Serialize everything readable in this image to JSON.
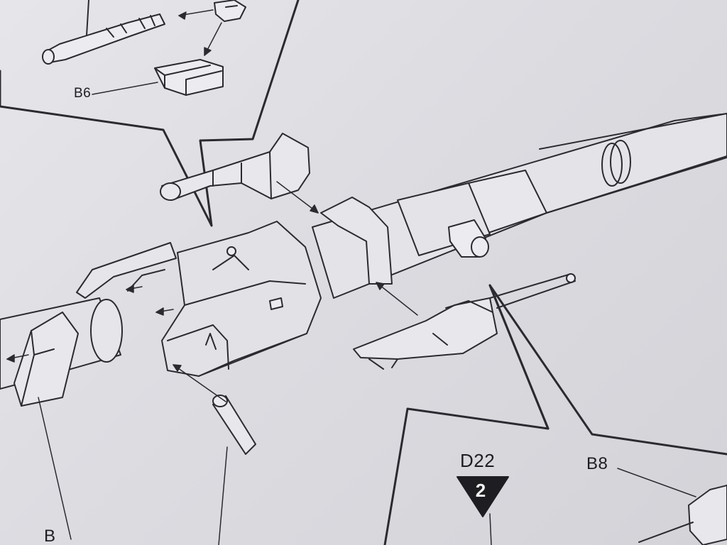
{
  "instruction_sheet": {
    "labels": {
      "b6": "B6",
      "d22": "D22",
      "b8": "B8",
      "cut_off": "B"
    },
    "step_marker": {
      "number": "2"
    }
  }
}
